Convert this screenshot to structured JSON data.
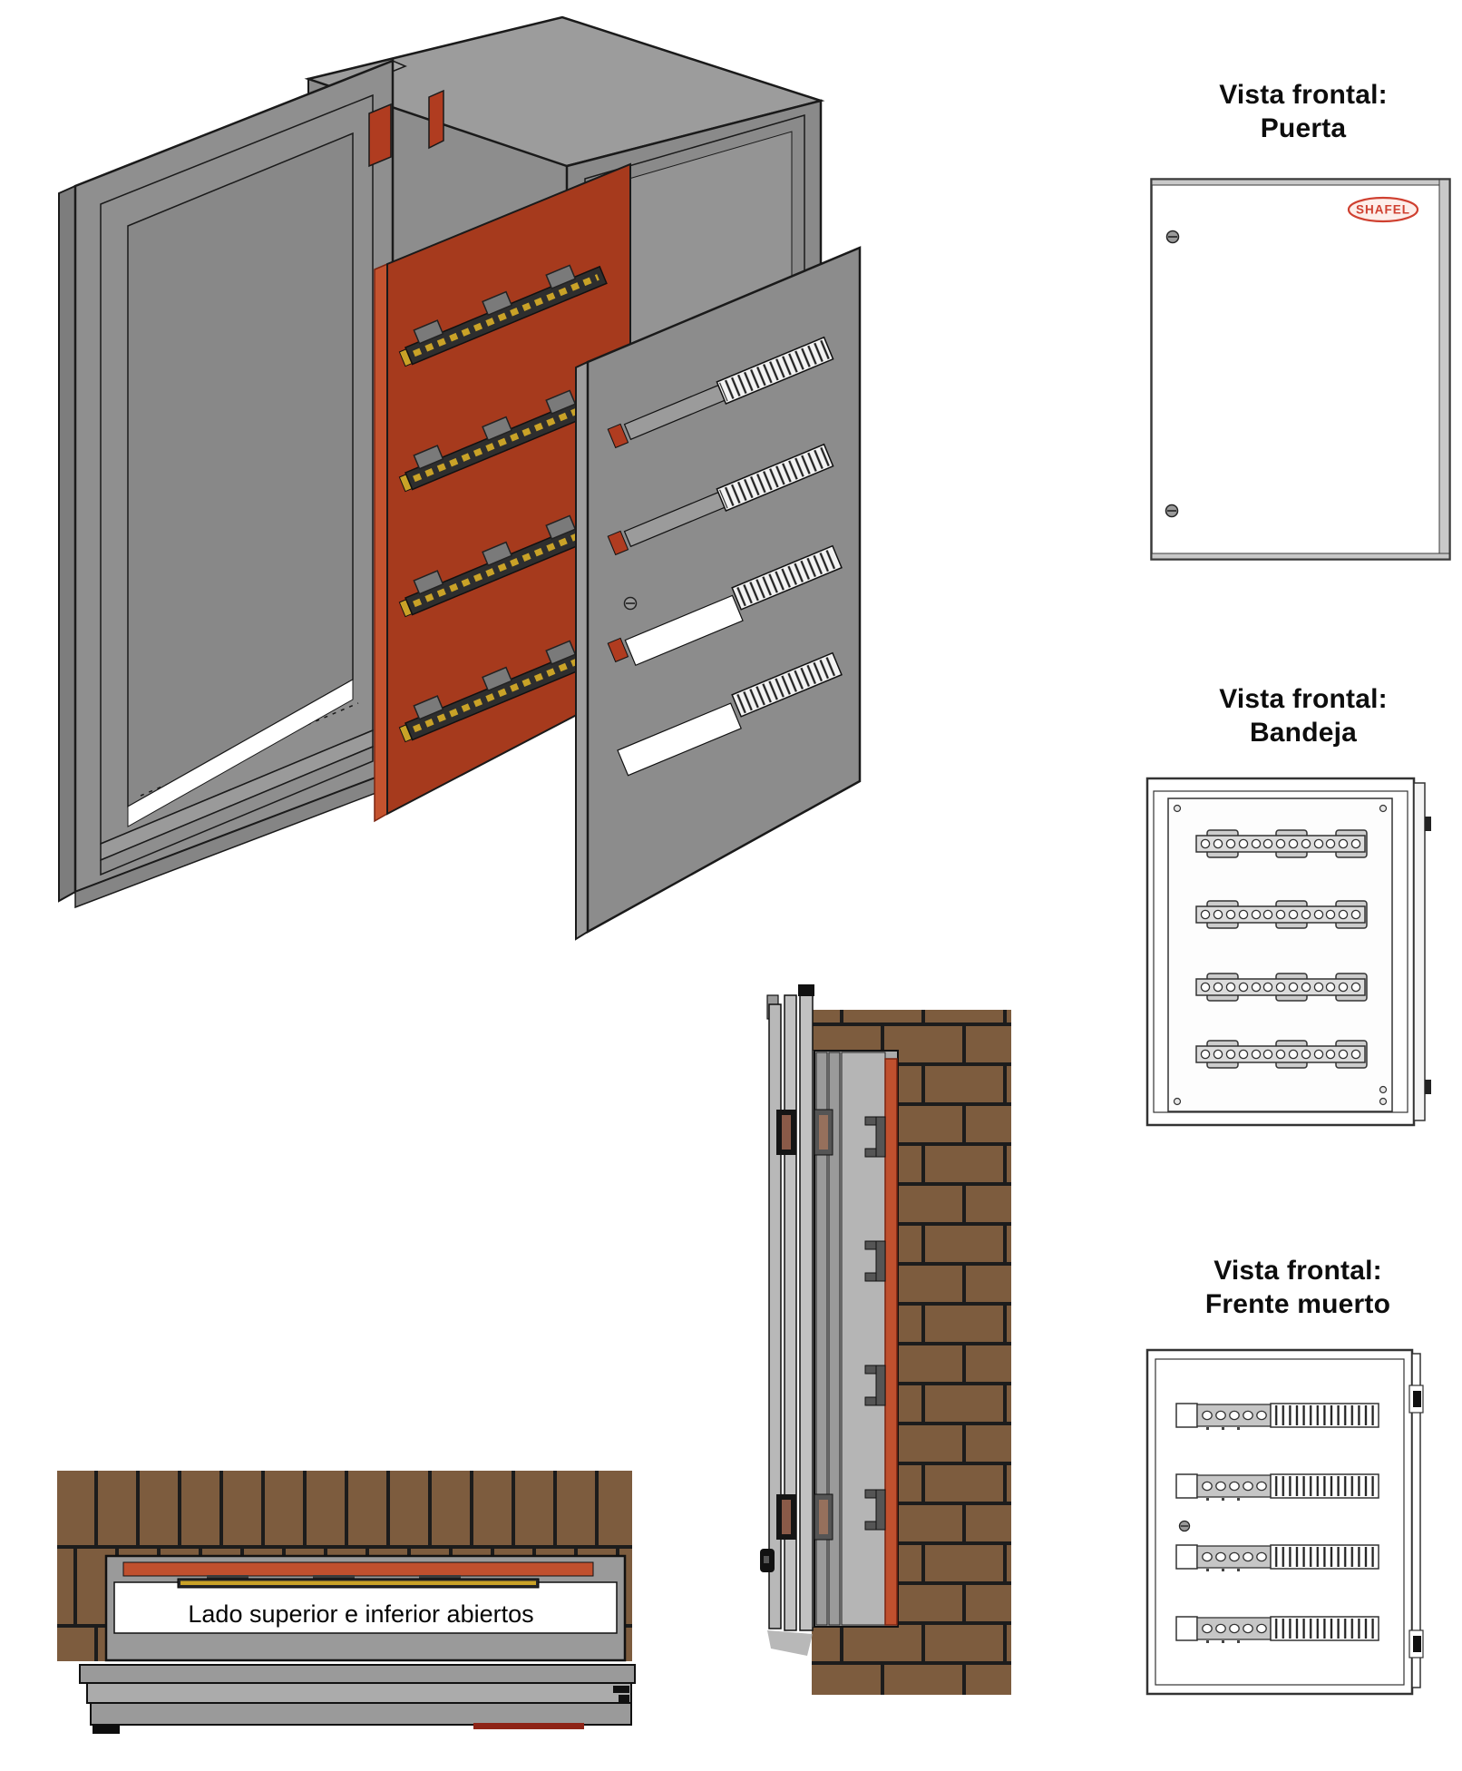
{
  "colors": {
    "brand_red": "#cf4030",
    "plate_orange": "#a63a1d",
    "accent_orange": "#c0502e",
    "hinge_red": "#b03c20",
    "rail_gold": "#c9a227",
    "brick_brown": "#7d5c3e",
    "mortar_black": "#1c1c1c",
    "panel_gray": "#8f8f8f"
  },
  "annotations": {
    "open_sides_note": "Lado superior e inferior abiertos"
  },
  "views": {
    "puerta": {
      "title_line1": "Vista frontal:",
      "title_line2": "Puerta",
      "brand_badge": "SHAFEL"
    },
    "bandeja": {
      "title_line1": "Vista frontal:",
      "title_line2": "Bandeja"
    },
    "frente_muerto": {
      "title_line1": "Vista frontal:",
      "title_line2": "Frente muerto"
    }
  }
}
